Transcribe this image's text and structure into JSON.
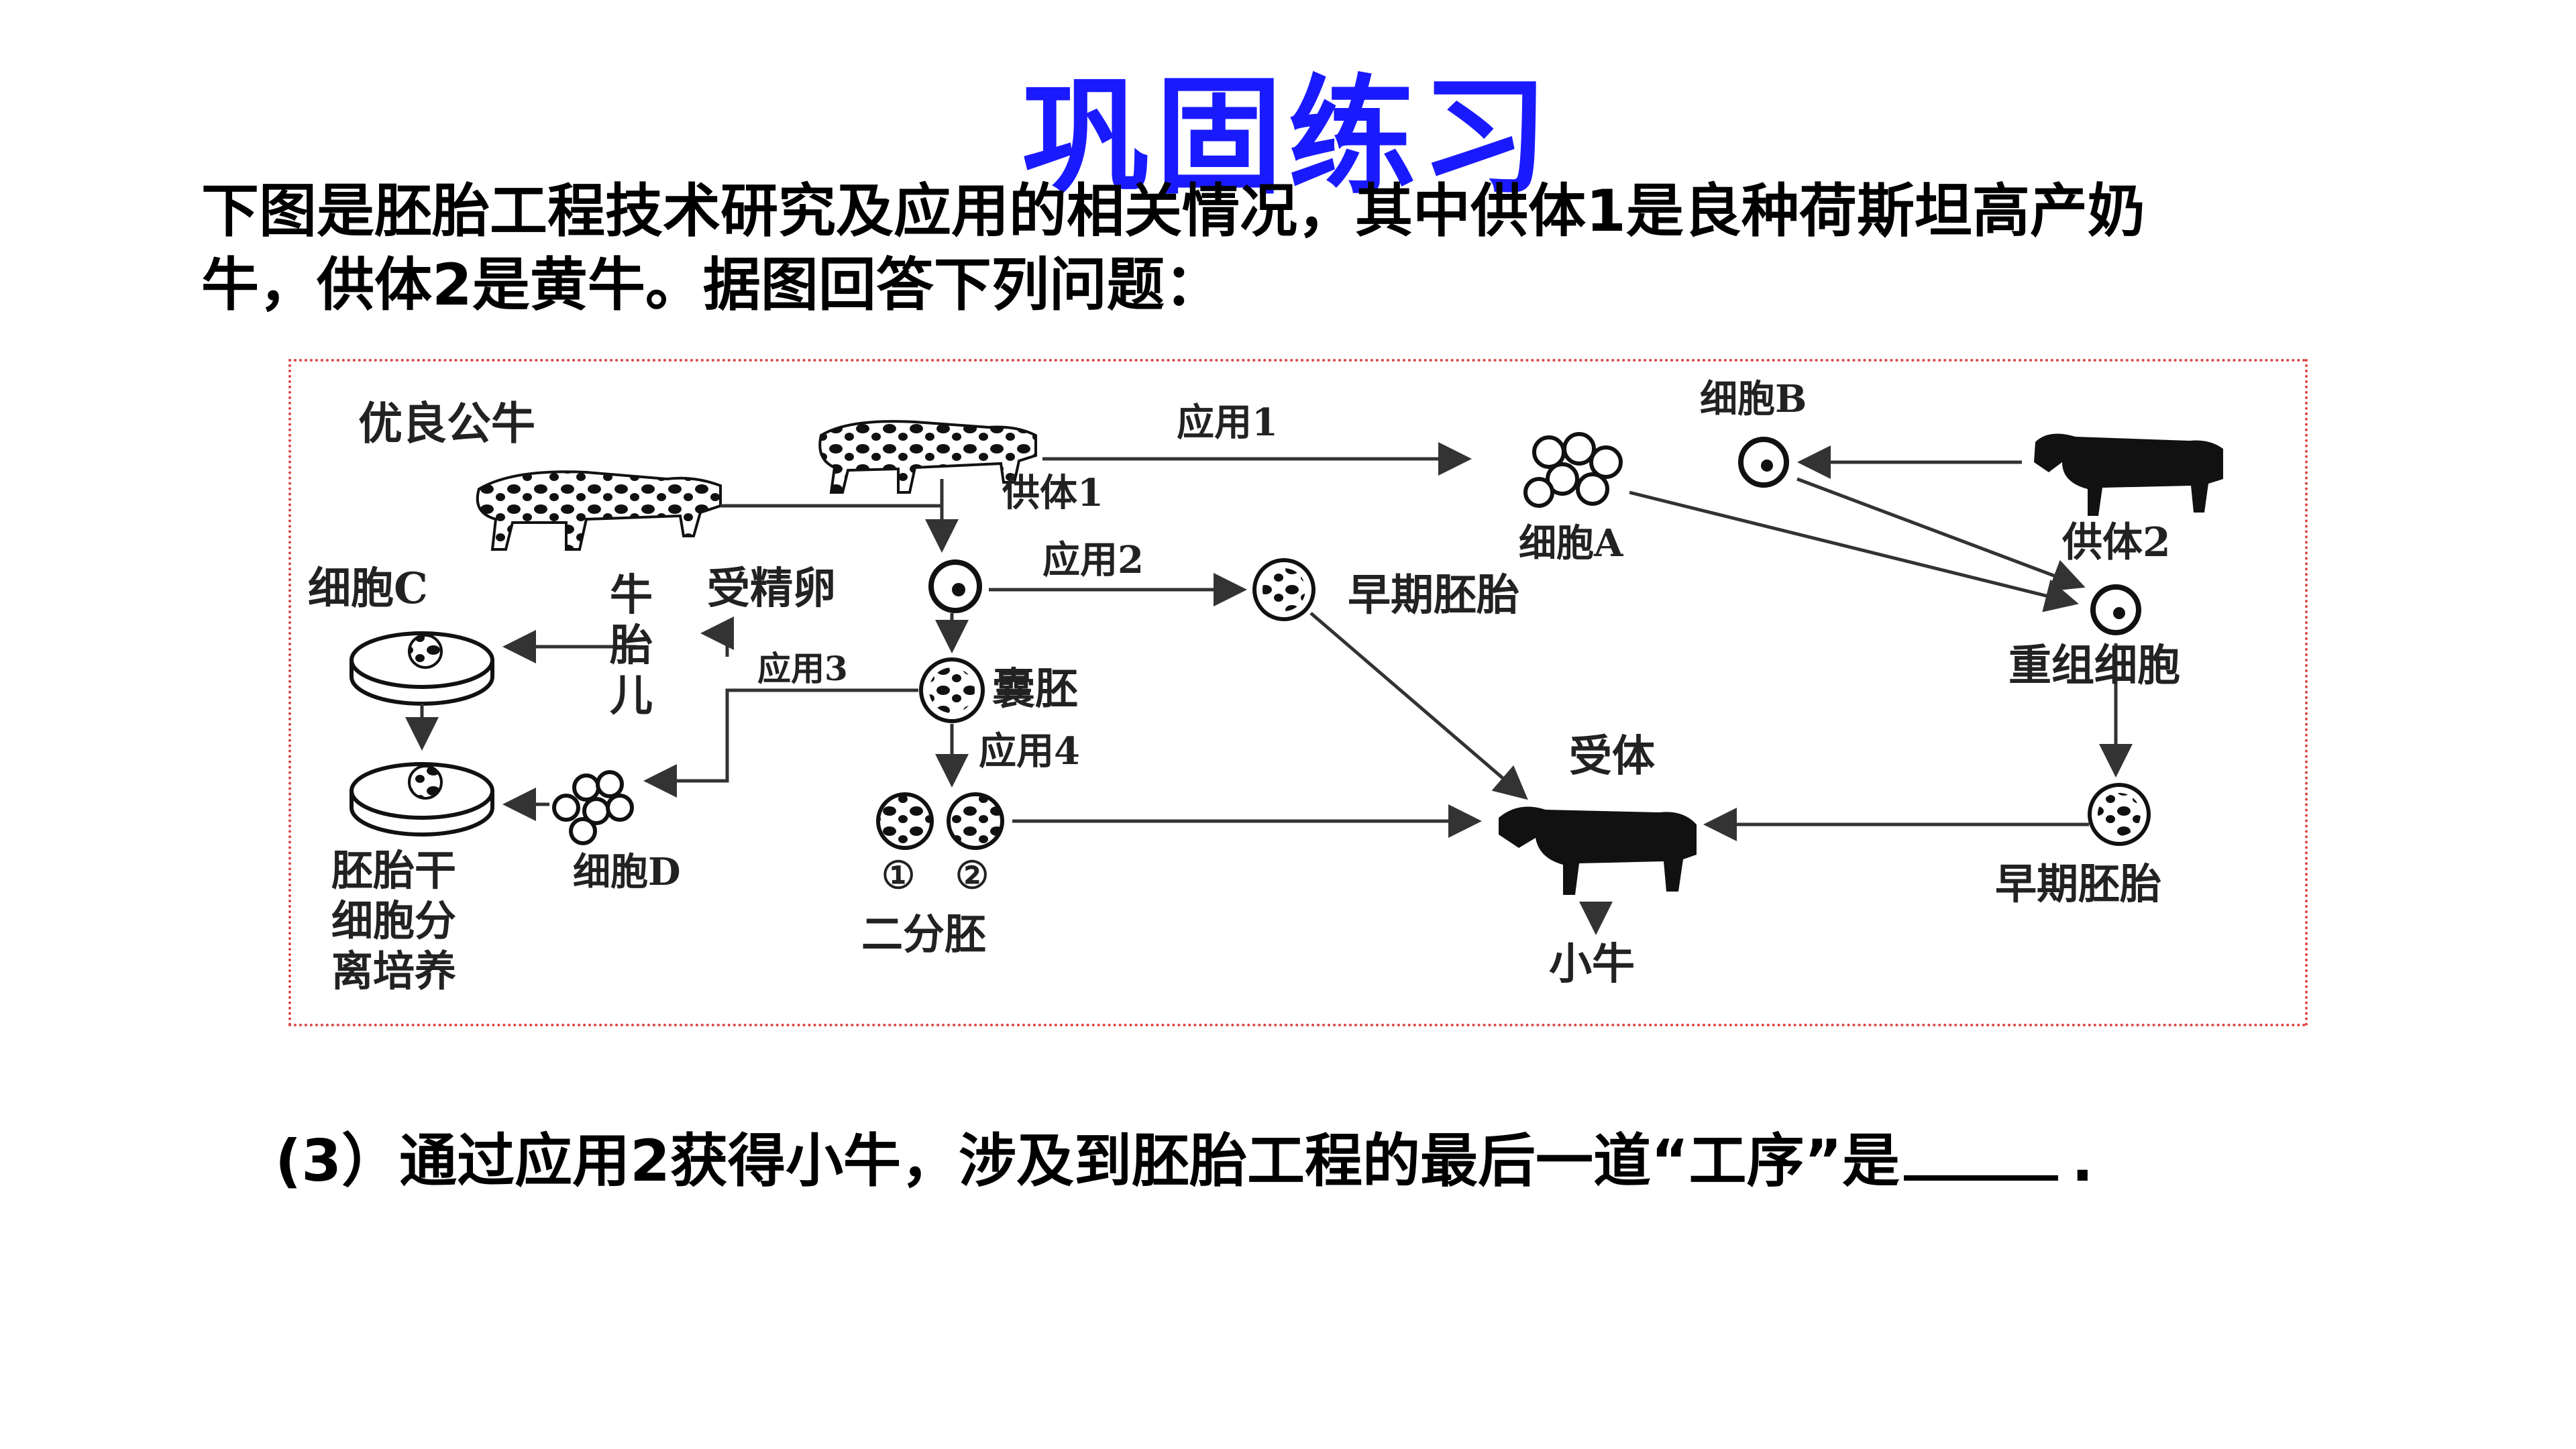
{
  "slide": {
    "title": "巩固练习",
    "intro_line1": "下图是胚胎工程技术研究及应用的相关情况，其中供体1是良种荷斯坦高产奶",
    "intro_line2": "牛，供体2是黄牛。据图回答下列问题：",
    "question_prefix": "(3）通过应用2获得小牛，涉及到胚胎工程的最后一道“工序”是",
    "question_suffix": "."
  },
  "diagram": {
    "labels": {
      "superior_bull": "优良公牛",
      "donor1": "供体1",
      "application1": "应用1",
      "cell_b": "细胞B",
      "cell_a": "细胞A",
      "donor2": "供体2",
      "cell_c": "细胞C",
      "fetus_char1": "牛",
      "fetus_char2": "胎",
      "fetus_char3": "儿",
      "fertilized_egg": "受精卵",
      "application2": "应用2",
      "early_embryo1": "早期胚胎",
      "recombinant_cell": "重组细胞",
      "application3": "应用3",
      "blastocyst": "囊胚",
      "application4": "应用4",
      "recipient": "受体",
      "embryo_culture_1": "胚胎干",
      "embryo_culture_2": "细胞分",
      "embryo_culture_3": "离培养",
      "cell_d": "细胞D",
      "split_1": "①",
      "split_2": "②",
      "split_embryo": "二分胚",
      "calf": "小牛",
      "early_embryo2": "早期胚胎"
    }
  }
}
